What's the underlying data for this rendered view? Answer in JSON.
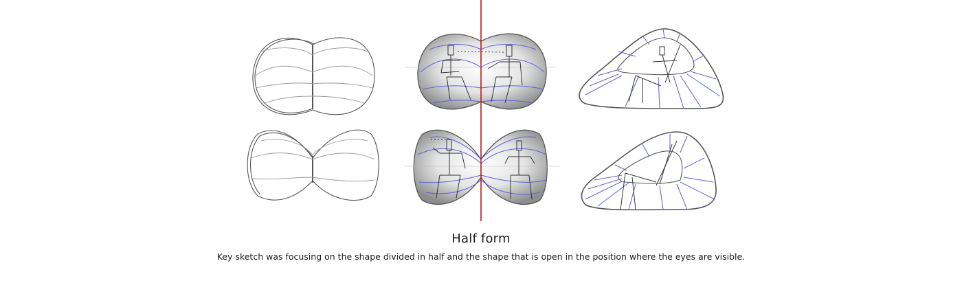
{
  "caption": {
    "title": "Half form",
    "body": "Key sketch was focusing on the shape divided in half and the shape that is open in the position where the eyes are visible."
  },
  "sketches": [
    {
      "id": "peanut-plain",
      "row": 1,
      "col": 1,
      "description": "pencil contour sketch of a two-lobed peanut form divided in half"
    },
    {
      "id": "peanut-seated-figures",
      "row": 1,
      "col": 2,
      "description": "shaded two-lobed form with two seated figures facing each other, blue contour lines"
    },
    {
      "id": "triangle-reclining",
      "row": 1,
      "col": 3,
      "description": "rounded triangular lounge shell with reclining figure and blue radial lines"
    },
    {
      "id": "bowtie-plain",
      "row": 2,
      "col": 1,
      "description": "pencil contour sketch of a bow-tie form pinched in the middle"
    },
    {
      "id": "bowtie-seated-figures",
      "row": 2,
      "col": 2,
      "description": "shaded bow-tie form with two seated figures, blue contour lines"
    },
    {
      "id": "triangle-reclining-2",
      "row": 2,
      "col": 3,
      "description": "rounded triangular lounge shell with reclining figure, legs extended, blue radial lines"
    }
  ],
  "colors": {
    "divider_line": "#c0161c",
    "contour_blue": "#5b5fd8",
    "pencil": "#555555"
  }
}
